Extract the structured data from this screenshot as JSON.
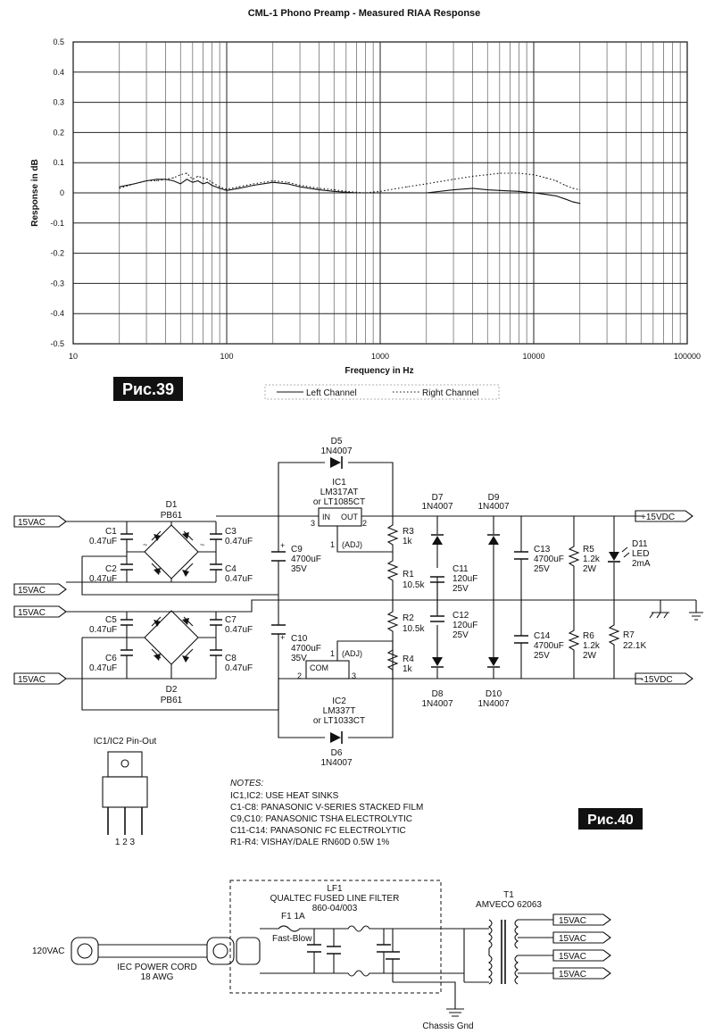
{
  "chart": {
    "title": "CML-1 Phono Preamp - Measured  RIAA Response",
    "ylabel": "Response in dB",
    "xlabel": "Frequency in Hz",
    "legend_left": "Left Channel",
    "legend_right": "Right Channel",
    "fig_label": "Pис.39"
  },
  "chart_data": {
    "type": "line",
    "title": "CML-1 Phono Preamp - Measured  RIAA Response",
    "xlabel": "Frequency in Hz",
    "ylabel": "Response in dB",
    "x_scale": "log",
    "xlim": [
      10,
      100000
    ],
    "ylim": [
      -0.5,
      0.5
    ],
    "x_ticks": [
      "10",
      "100",
      "1000",
      "10000",
      "100000"
    ],
    "y_ticks": [
      "0.5",
      "0.4",
      "0.3",
      "0.2",
      "0.1",
      "0",
      "-0.1",
      "-0.2",
      "-0.3",
      "-0.4",
      "-0.5"
    ],
    "grid": true,
    "legend": "bottom",
    "series": [
      {
        "name": "Left Channel",
        "style": "solid",
        "x": [
          20,
          25,
          30,
          35,
          40,
          45,
          50,
          55,
          60,
          65,
          70,
          75,
          80,
          90,
          100,
          120,
          150,
          200,
          250,
          300,
          400,
          500,
          600,
          700,
          800,
          1000,
          1500,
          2000,
          3000,
          4000,
          5000,
          6000,
          8000,
          10000,
          12000,
          14000,
          16000,
          18000,
          20000
        ],
        "y": [
          0.02,
          0.03,
          0.04,
          0.045,
          0.045,
          0.04,
          0.03,
          0.045,
          0.035,
          0.04,
          0.03,
          0.035,
          0.025,
          0.015,
          0.008,
          0.015,
          0.025,
          0.035,
          0.03,
          0.02,
          0.01,
          0.005,
          0.002,
          0.0,
          0.0,
          0.0,
          0.0,
          0.0,
          0.01,
          0.015,
          0.01,
          0.008,
          0.005,
          0.0,
          -0.005,
          -0.01,
          -0.02,
          -0.03,
          -0.035
        ]
      },
      {
        "name": "Right Channel",
        "style": "dotted",
        "x": [
          20,
          25,
          30,
          35,
          40,
          45,
          50,
          55,
          60,
          65,
          70,
          75,
          80,
          90,
          100,
          120,
          150,
          200,
          250,
          300,
          400,
          500,
          600,
          700,
          800,
          1000,
          1500,
          2000,
          3000,
          4000,
          5000,
          6000,
          8000,
          10000,
          12000,
          14000,
          16000,
          18000,
          20000
        ],
        "y": [
          0.015,
          0.03,
          0.04,
          0.04,
          0.045,
          0.05,
          0.06,
          0.065,
          0.045,
          0.055,
          0.05,
          0.045,
          0.035,
          0.02,
          0.012,
          0.02,
          0.03,
          0.04,
          0.035,
          0.025,
          0.015,
          0.01,
          0.005,
          0.002,
          0.0,
          0.005,
          0.02,
          0.03,
          0.045,
          0.055,
          0.06,
          0.065,
          0.065,
          0.06,
          0.05,
          0.04,
          0.025,
          0.015,
          0.01
        ]
      }
    ]
  },
  "schematic": {
    "fig_label": "Pис.40",
    "ac1": "15VAC",
    "ac2": "15VAC",
    "ac3": "15VAC",
    "ac4": "15VAC",
    "d1_name": "D1",
    "d1_part": "PB61",
    "d2_name": "D2",
    "d2_part": "PB61",
    "c1": "C1",
    "c1v": "0.47uF",
    "c2": "C2",
    "c2v": "0.47uF",
    "c3": "C3",
    "c3v": "0.47uF",
    "c4": "C4",
    "c4v": "0.47uF",
    "c5": "C5",
    "c5v": "0.47uF",
    "c6": "C6",
    "c6v": "0.47uF",
    "c7": "C7",
    "c7v": "0.47uF",
    "c8": "C8",
    "c8v": "0.47uF",
    "d5": "D5",
    "d5p": "1N4007",
    "d6": "D6",
    "d6p": "1N4007",
    "ic1": "IC1",
    "ic1a": "LM317AT",
    "ic1b": "or LT1085CT",
    "ic2": "IC2",
    "ic2a": "LM337T",
    "ic2b": "or LT1033CT",
    "pin_in": "IN",
    "pin_out": "OUT",
    "pin_com": "COM",
    "pin_adj": "(ADJ)",
    "n1": "1",
    "n2": "2",
    "n3": "3",
    "c9": "C9",
    "c9a": "4700uF",
    "c9b": "35V",
    "c10": "C10",
    "c10a": "4700uF",
    "c10b": "35V",
    "r3": "R3",
    "r3v": "1k",
    "r1": "R1",
    "r1v": "10.5k",
    "r2": "R2",
    "r2v": "10.5k",
    "r4": "R4",
    "r4v": "1k",
    "d7": "D7",
    "d7p": "1N4007",
    "d8": "D8",
    "d8p": "1N4007",
    "d9": "D9",
    "d9p": "1N4007",
    "d10": "D10",
    "d10p": "1N4007",
    "c11": "C11",
    "c11a": "120uF",
    "c11b": "25V",
    "c12": "C12",
    "c12a": "120uF",
    "c12b": "25V",
    "c13": "C13",
    "c13a": "4700uF",
    "c13b": "25V",
    "c14": "C14",
    "c14a": "4700uF",
    "c14b": "25V",
    "r5": "R5",
    "r5a": "1.2k",
    "r5b": "2W",
    "r6": "R6",
    "r6a": "1.2k",
    "r6b": "2W",
    "r7": "R7",
    "r7v": "22.1K",
    "d11": "D11",
    "d11a": "LED",
    "d11b": "2mA",
    "vpos": "+15VDC",
    "vneg": "-15VDC",
    "pinout_title": "IC1/IC2 Pin-Out",
    "pin_nums": "1 2 3",
    "notes_title": "NOTES:",
    "note1": "IC1,IC2: USE HEAT SINKS",
    "note2": "C1-C8: PANASONIC V-SERIES STACKED FILM",
    "note3": "C9,C10: PANASONIC TSHA ELECTROLYTIC",
    "note4": "C11-C14: PANASONIC FC ELECTROLYTIC",
    "note5": "R1-R4: VISHAY/DALE RN60D 0.5W 1%"
  },
  "mains": {
    "lf1": "LF1",
    "lf1_desc": "QUALTEC FUSED LINE FILTER",
    "lf1_part": "860-04/003",
    "fuse": "F1  1A",
    "fuse_type": "Fast-Blow",
    "v120": "120VAC",
    "cord": "IEC POWER CORD",
    "cord_awg": "18 AWG",
    "t1": "T1",
    "t1_part": "AMVECO 62063",
    "out1": "15VAC",
    "out2": "15VAC",
    "out3": "15VAC",
    "out4": "15VAC",
    "gnd": "Chassis Gnd"
  }
}
